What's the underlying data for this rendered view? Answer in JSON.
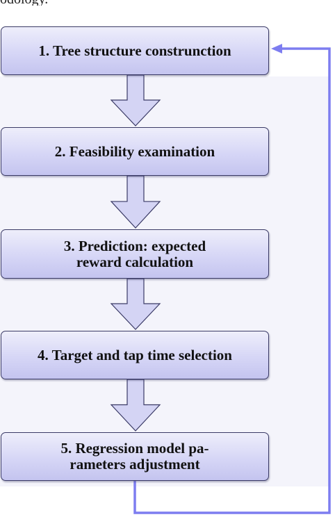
{
  "header": {
    "partial_text": "odology."
  },
  "steps": [
    {
      "id": 1,
      "label": "1. Tree structure construnction"
    },
    {
      "id": 2,
      "label": "2. Feasibility examination"
    },
    {
      "id": 3,
      "label": "3. Prediction: expected\nreward calculation"
    },
    {
      "id": 4,
      "label": "4. Target and tap time selection"
    },
    {
      "id": 5,
      "label": "5. Regression model pa-\nrameters adjustment"
    }
  ],
  "colors": {
    "box_top": "#eeeefb",
    "box_bottom": "#c4c4ef",
    "box_border": "#3a3a66",
    "arrow_fill": "#d4d4f4",
    "arrow_stroke": "#3a3a66",
    "feedback_line": "#7d7df0",
    "panel": "#f4f4fb"
  }
}
